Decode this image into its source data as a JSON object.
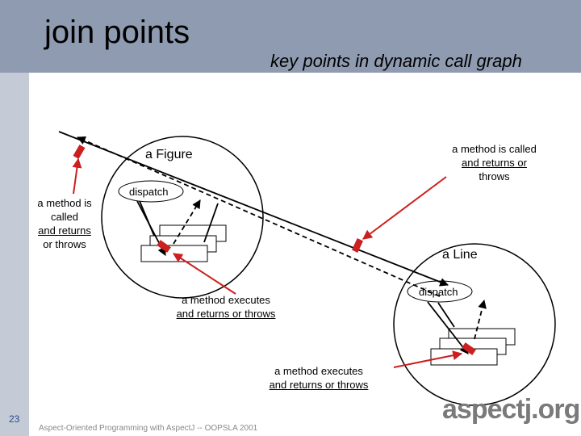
{
  "slide": {
    "title": "join points",
    "subtitle": "key points in dynamic call graph",
    "page_number": "23",
    "footer": "Aspect-Oriented Programming with AspectJ -- OOPSLA 2001",
    "logo": "aspectj.org"
  },
  "diagram": {
    "figure_label": "a Figure",
    "line_label": "a Line",
    "dispatch_label": "dispatch",
    "callouts": {
      "left_call": [
        "a method is",
        "called",
        "and returns",
        "or throws"
      ],
      "right_call": [
        "a method is called",
        "and returns or",
        "throws"
      ],
      "exec1": [
        "a method executes",
        "and returns or throws"
      ],
      "exec2": [
        "a method executes",
        "and returns or throws"
      ]
    },
    "colors": {
      "header": "#8f9bb0",
      "sidebar": "#c4cad6",
      "arrow": "#cc1f1f"
    }
  }
}
